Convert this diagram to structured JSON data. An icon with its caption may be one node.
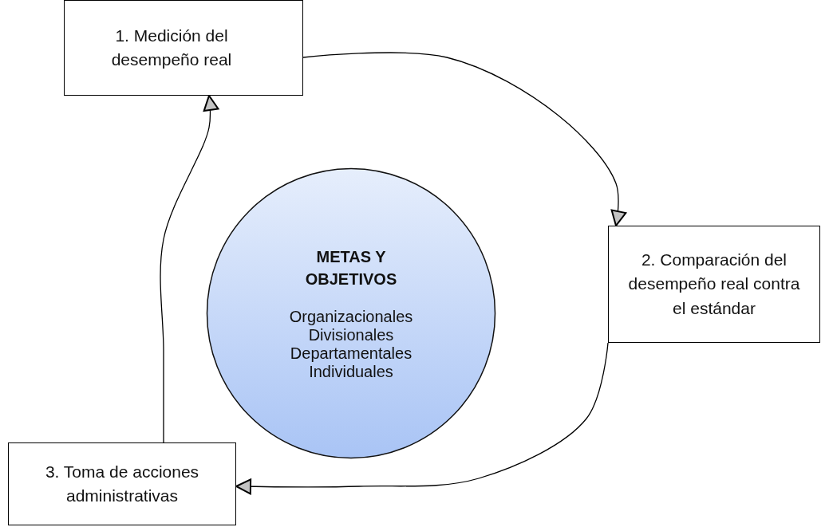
{
  "diagram": {
    "nodes": [
      {
        "text": [
          "1.  Medición del desempeño real"
        ]
      },
      {
        "text": [
          "2. Comparación del desempeño real contra el estándar"
        ]
      },
      {
        "text": [
          "3. Toma de acciones administrativas"
        ]
      },
      {
        "text": [
          "METAS Y OBJETIVOS",
          "Organizacionales",
          "Divisionales",
          "Departamentales",
          "Individuales"
        ]
      }
    ],
    "edges": [
      {
        "from": 0,
        "to": 1,
        "arrow": "to"
      },
      {
        "from": 1,
        "to": 2,
        "arrow": "to"
      },
      {
        "from": 2,
        "to": 0,
        "arrow": "to"
      }
    ]
  }
}
